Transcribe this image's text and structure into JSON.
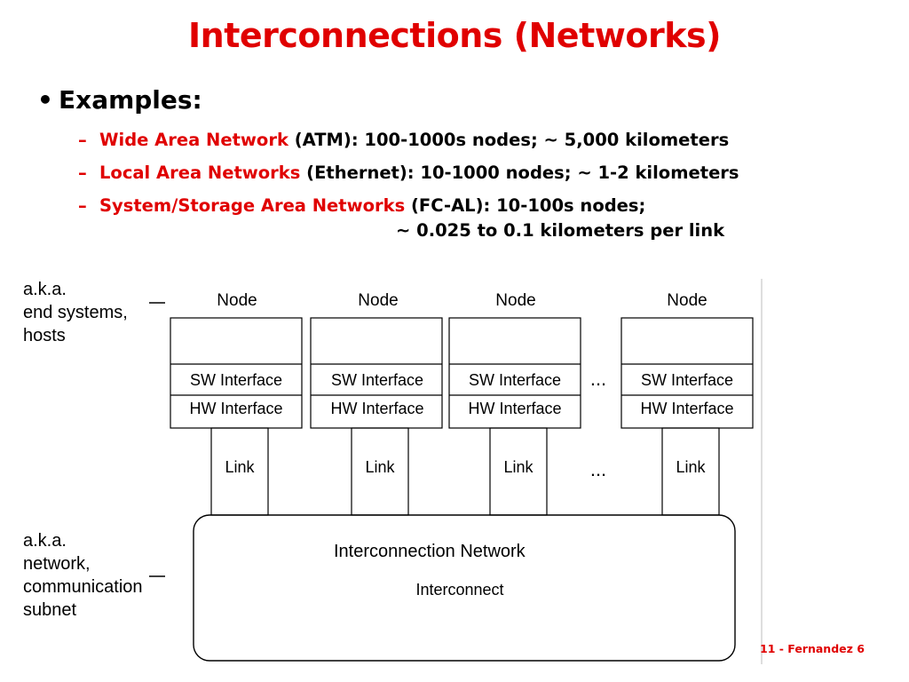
{
  "slide": {
    "title": "Interconnections (Networks)",
    "bullet": {
      "marker": "•",
      "text": "Examples:"
    },
    "items": [
      {
        "dash": "–",
        "highlight": "Wide Area Network",
        "rest": " (ATM): 100-1000s nodes; ~ 5,000 kilometers"
      },
      {
        "dash": "–",
        "highlight": "Local Area Networks",
        "rest": " (Ethernet): 10-1000 nodes; ~ 1-2 kilometers"
      },
      {
        "dash": "–",
        "highlight": "System/Storage Area Networks",
        "rest": " (FC-AL): 10-100s nodes;"
      }
    ],
    "continuation": "~ 0.025 to 0.1 kilometers per link",
    "footer": "11 - Fernandez 6"
  },
  "annotations": {
    "top": [
      "a.k.a.",
      "end systems,",
      "hosts"
    ],
    "bottom": [
      "a.k.a.",
      "network,",
      "communication",
      "subnet"
    ]
  },
  "diagram": {
    "node_label": "Node",
    "sw_label": "SW Interface",
    "hw_label": "HW Interface",
    "link_label": "Link",
    "ellipsis": "...",
    "network_title": "Interconnection Network",
    "interconnect_label": "Interconnect"
  },
  "colors": {
    "accent": "#e00000",
    "line": "#000000",
    "background": "#ffffff"
  }
}
